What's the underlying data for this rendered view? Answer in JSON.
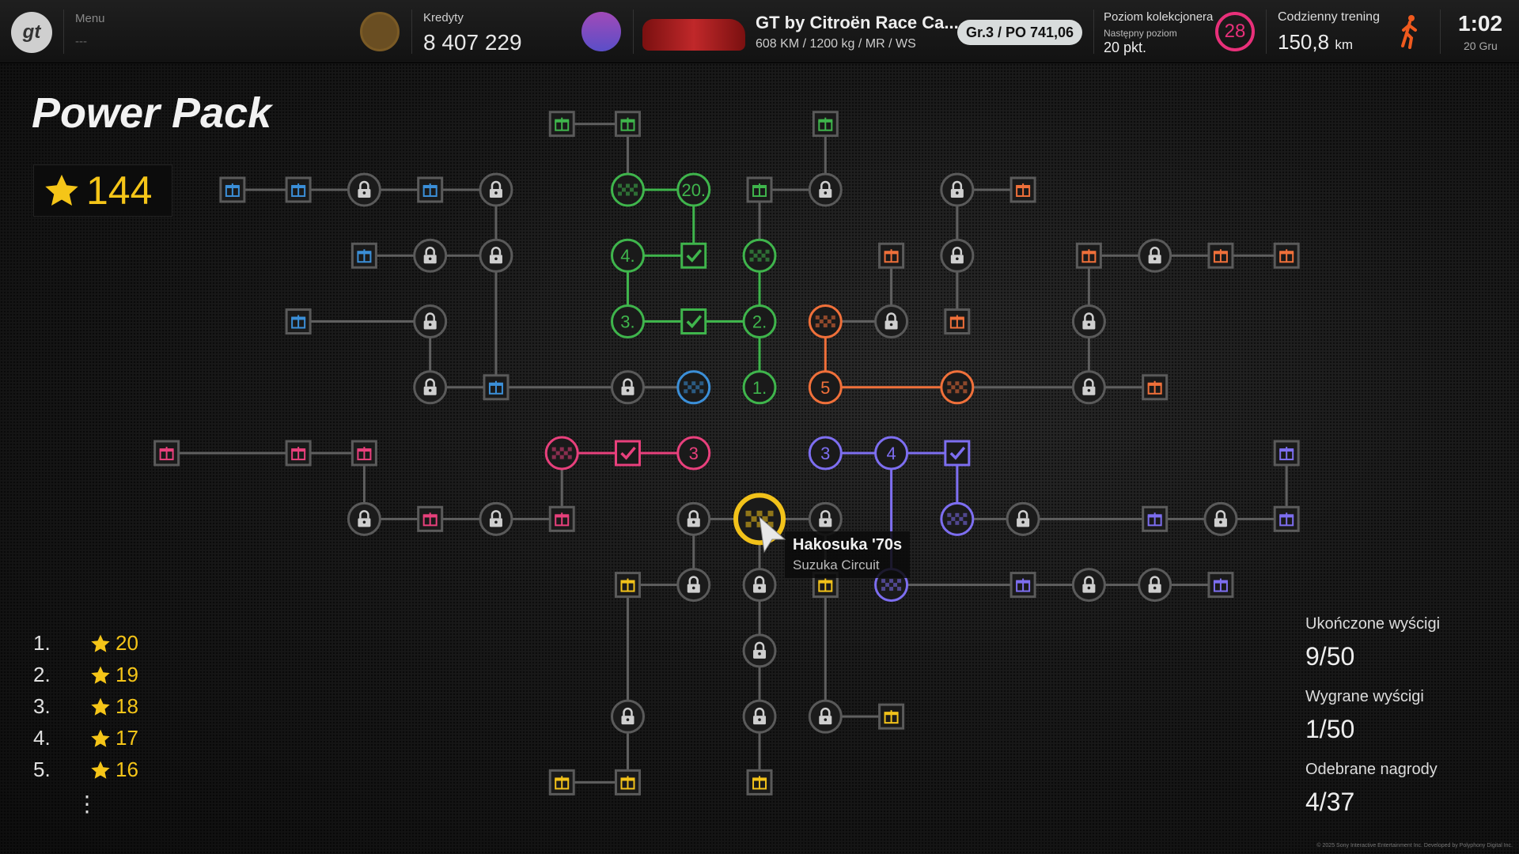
{
  "header": {
    "menu_label": "Menu",
    "menu_value": "---",
    "credits_label": "Kredyty",
    "credits_value": "8 407 229",
    "car_name": "GT by Citroën Race Ca...",
    "car_specs": "608 KM / 1200 kg / MR / WS",
    "car_badge": "Gr.3 / PO 741,06",
    "collector_label": "Poziom kolekcjonera",
    "collector_next_label": "Następny poziom",
    "collector_next_value": "20 pkt.",
    "collector_level": "28",
    "daily_label": "Codzienny trening",
    "daily_value": "150,8",
    "daily_unit": "km",
    "time": "1:02",
    "date": "20 Gru"
  },
  "page": {
    "title": "Power Pack",
    "stars_total": "144"
  },
  "leaderboard": [
    {
      "pos": "1.",
      "stars": "20"
    },
    {
      "pos": "2.",
      "stars": "19"
    },
    {
      "pos": "3.",
      "stars": "18"
    },
    {
      "pos": "4.",
      "stars": "17"
    },
    {
      "pos": "5.",
      "stars": "16"
    }
  ],
  "leaderboard_more": "⋮",
  "stats": [
    {
      "label": "Ukończone wyścigi",
      "value": "9/50"
    },
    {
      "label": "Wygrane wyścigi",
      "value": "1/50"
    },
    {
      "label": "Odebrane nagrody",
      "value": "4/37"
    }
  ],
  "tree": {
    "labels": [
      "20.",
      "4.",
      "3.",
      "2.",
      "1.",
      "5",
      "3",
      "3",
      "4"
    ],
    "colors": {
      "blue": "#3b8fd8",
      "green": "#3fb54c",
      "orange": "#f0703a",
      "pink": "#e8407c",
      "purple": "#7d6ef0",
      "yellow": "#f2c21a",
      "gray": "#5f5f5f",
      "accent_pink": "#e8307a",
      "runner": "#f05a1e"
    }
  },
  "tooltip": {
    "title": "Hakosuka '70s",
    "subtitle": "Suzuka Circuit"
  },
  "footer": {
    "copyright": "© 2025 Sony Interactive Entertainment Inc. Developed by Polyphony Digital Inc."
  }
}
